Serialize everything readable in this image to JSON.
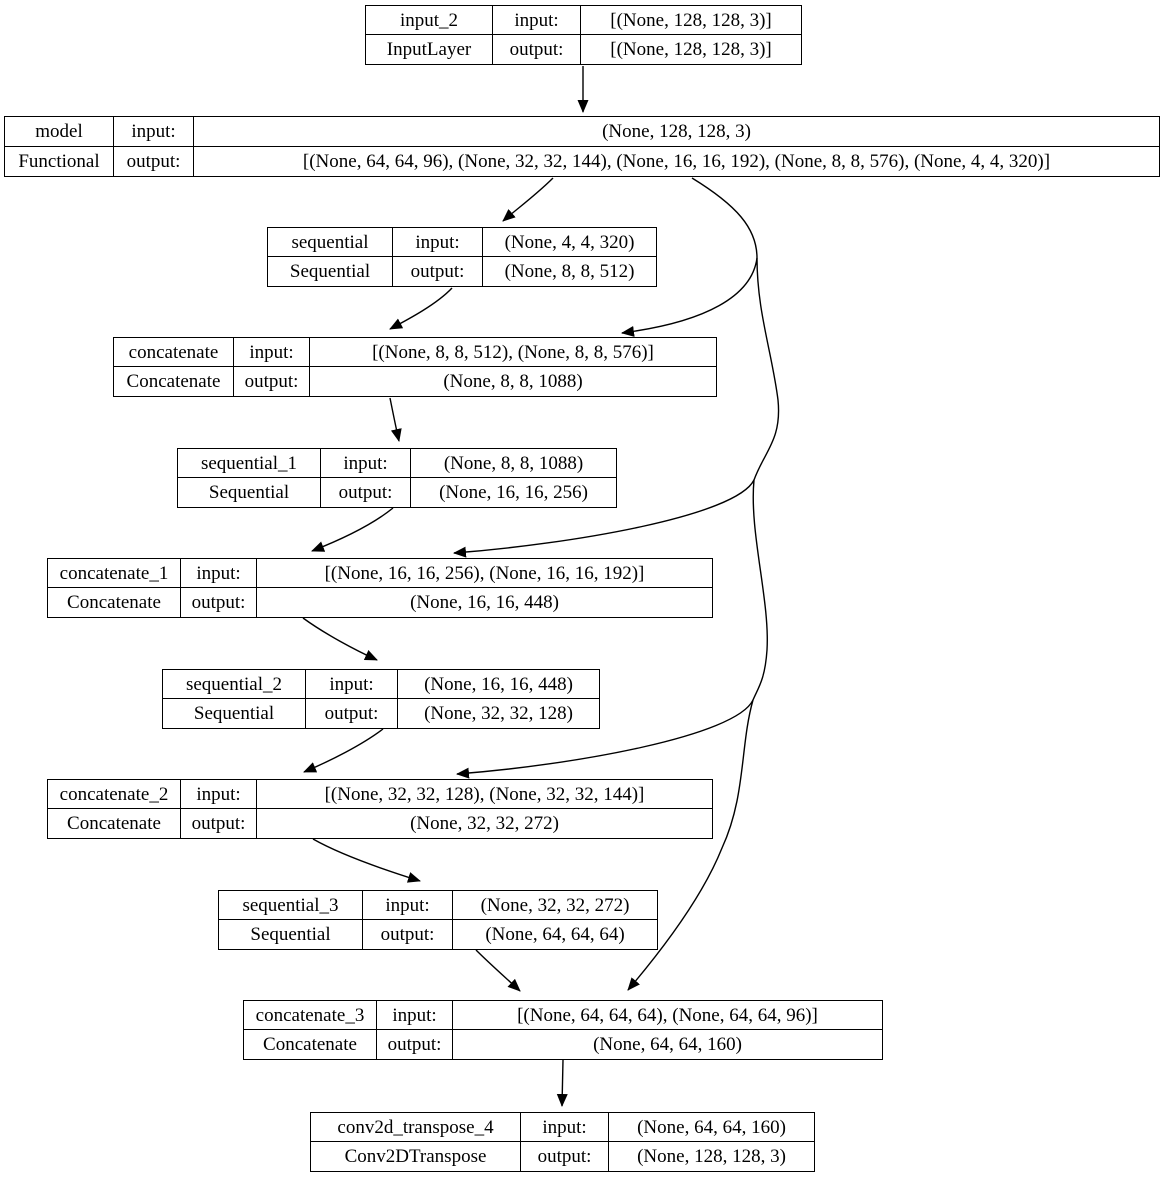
{
  "diagram_type": "keras-model-plot",
  "colors": {
    "background": "#ffffff",
    "node_border": "#000000",
    "edge": "#000000",
    "text": "#000000"
  },
  "labels": {
    "input": "input:",
    "output": "output:"
  },
  "nodes": [
    {
      "name": "input_2",
      "type": "InputLayer",
      "input": "[(None, 128, 128, 3)]",
      "output": "[(None, 128, 128, 3)]"
    },
    {
      "name": "model",
      "type": "Functional",
      "input": "(None, 128, 128, 3)",
      "output": "[(None, 64, 64, 96), (None, 32, 32, 144), (None, 16, 16, 192), (None, 8, 8, 576), (None, 4, 4, 320)]"
    },
    {
      "name": "sequential",
      "type": "Sequential",
      "input": "(None, 4, 4, 320)",
      "output": "(None, 8, 8, 512)"
    },
    {
      "name": "concatenate",
      "type": "Concatenate",
      "input": "[(None, 8, 8, 512), (None, 8, 8, 576)]",
      "output": "(None, 8, 8, 1088)"
    },
    {
      "name": "sequential_1",
      "type": "Sequential",
      "input": "(None, 8, 8, 1088)",
      "output": "(None, 16, 16, 256)"
    },
    {
      "name": "concatenate_1",
      "type": "Concatenate",
      "input": "[(None, 16, 16, 256), (None, 16, 16, 192)]",
      "output": "(None, 16, 16, 448)"
    },
    {
      "name": "sequential_2",
      "type": "Sequential",
      "input": "(None, 16, 16, 448)",
      "output": "(None, 32, 32, 128)"
    },
    {
      "name": "concatenate_2",
      "type": "Concatenate",
      "input": "[(None, 32, 32, 128), (None, 32, 32, 144)]",
      "output": "(None, 32, 32, 272)"
    },
    {
      "name": "sequential_3",
      "type": "Sequential",
      "input": "(None, 32, 32, 272)",
      "output": "(None, 64, 64, 64)"
    },
    {
      "name": "concatenate_3",
      "type": "Concatenate",
      "input": "[(None, 64, 64, 64), (None, 64, 64, 96)]",
      "output": "(None, 64, 64, 160)"
    },
    {
      "name": "conv2d_transpose_4",
      "type": "Conv2DTranspose",
      "input": "(None, 64, 64, 160)",
      "output": "(None, 128, 128, 3)"
    }
  ],
  "edges": [
    {
      "from": "input_2",
      "to": "model"
    },
    {
      "from": "model",
      "to": "sequential"
    },
    {
      "from": "model",
      "to": "concatenate"
    },
    {
      "from": "model",
      "to": "concatenate_1"
    },
    {
      "from": "model",
      "to": "concatenate_2"
    },
    {
      "from": "model",
      "to": "concatenate_3"
    },
    {
      "from": "sequential",
      "to": "concatenate"
    },
    {
      "from": "concatenate",
      "to": "sequential_1"
    },
    {
      "from": "sequential_1",
      "to": "concatenate_1"
    },
    {
      "from": "concatenate_1",
      "to": "sequential_2"
    },
    {
      "from": "sequential_2",
      "to": "concatenate_2"
    },
    {
      "from": "concatenate_2",
      "to": "sequential_3"
    },
    {
      "from": "sequential_3",
      "to": "concatenate_3"
    },
    {
      "from": "concatenate_3",
      "to": "conv2d_transpose_4"
    }
  ]
}
